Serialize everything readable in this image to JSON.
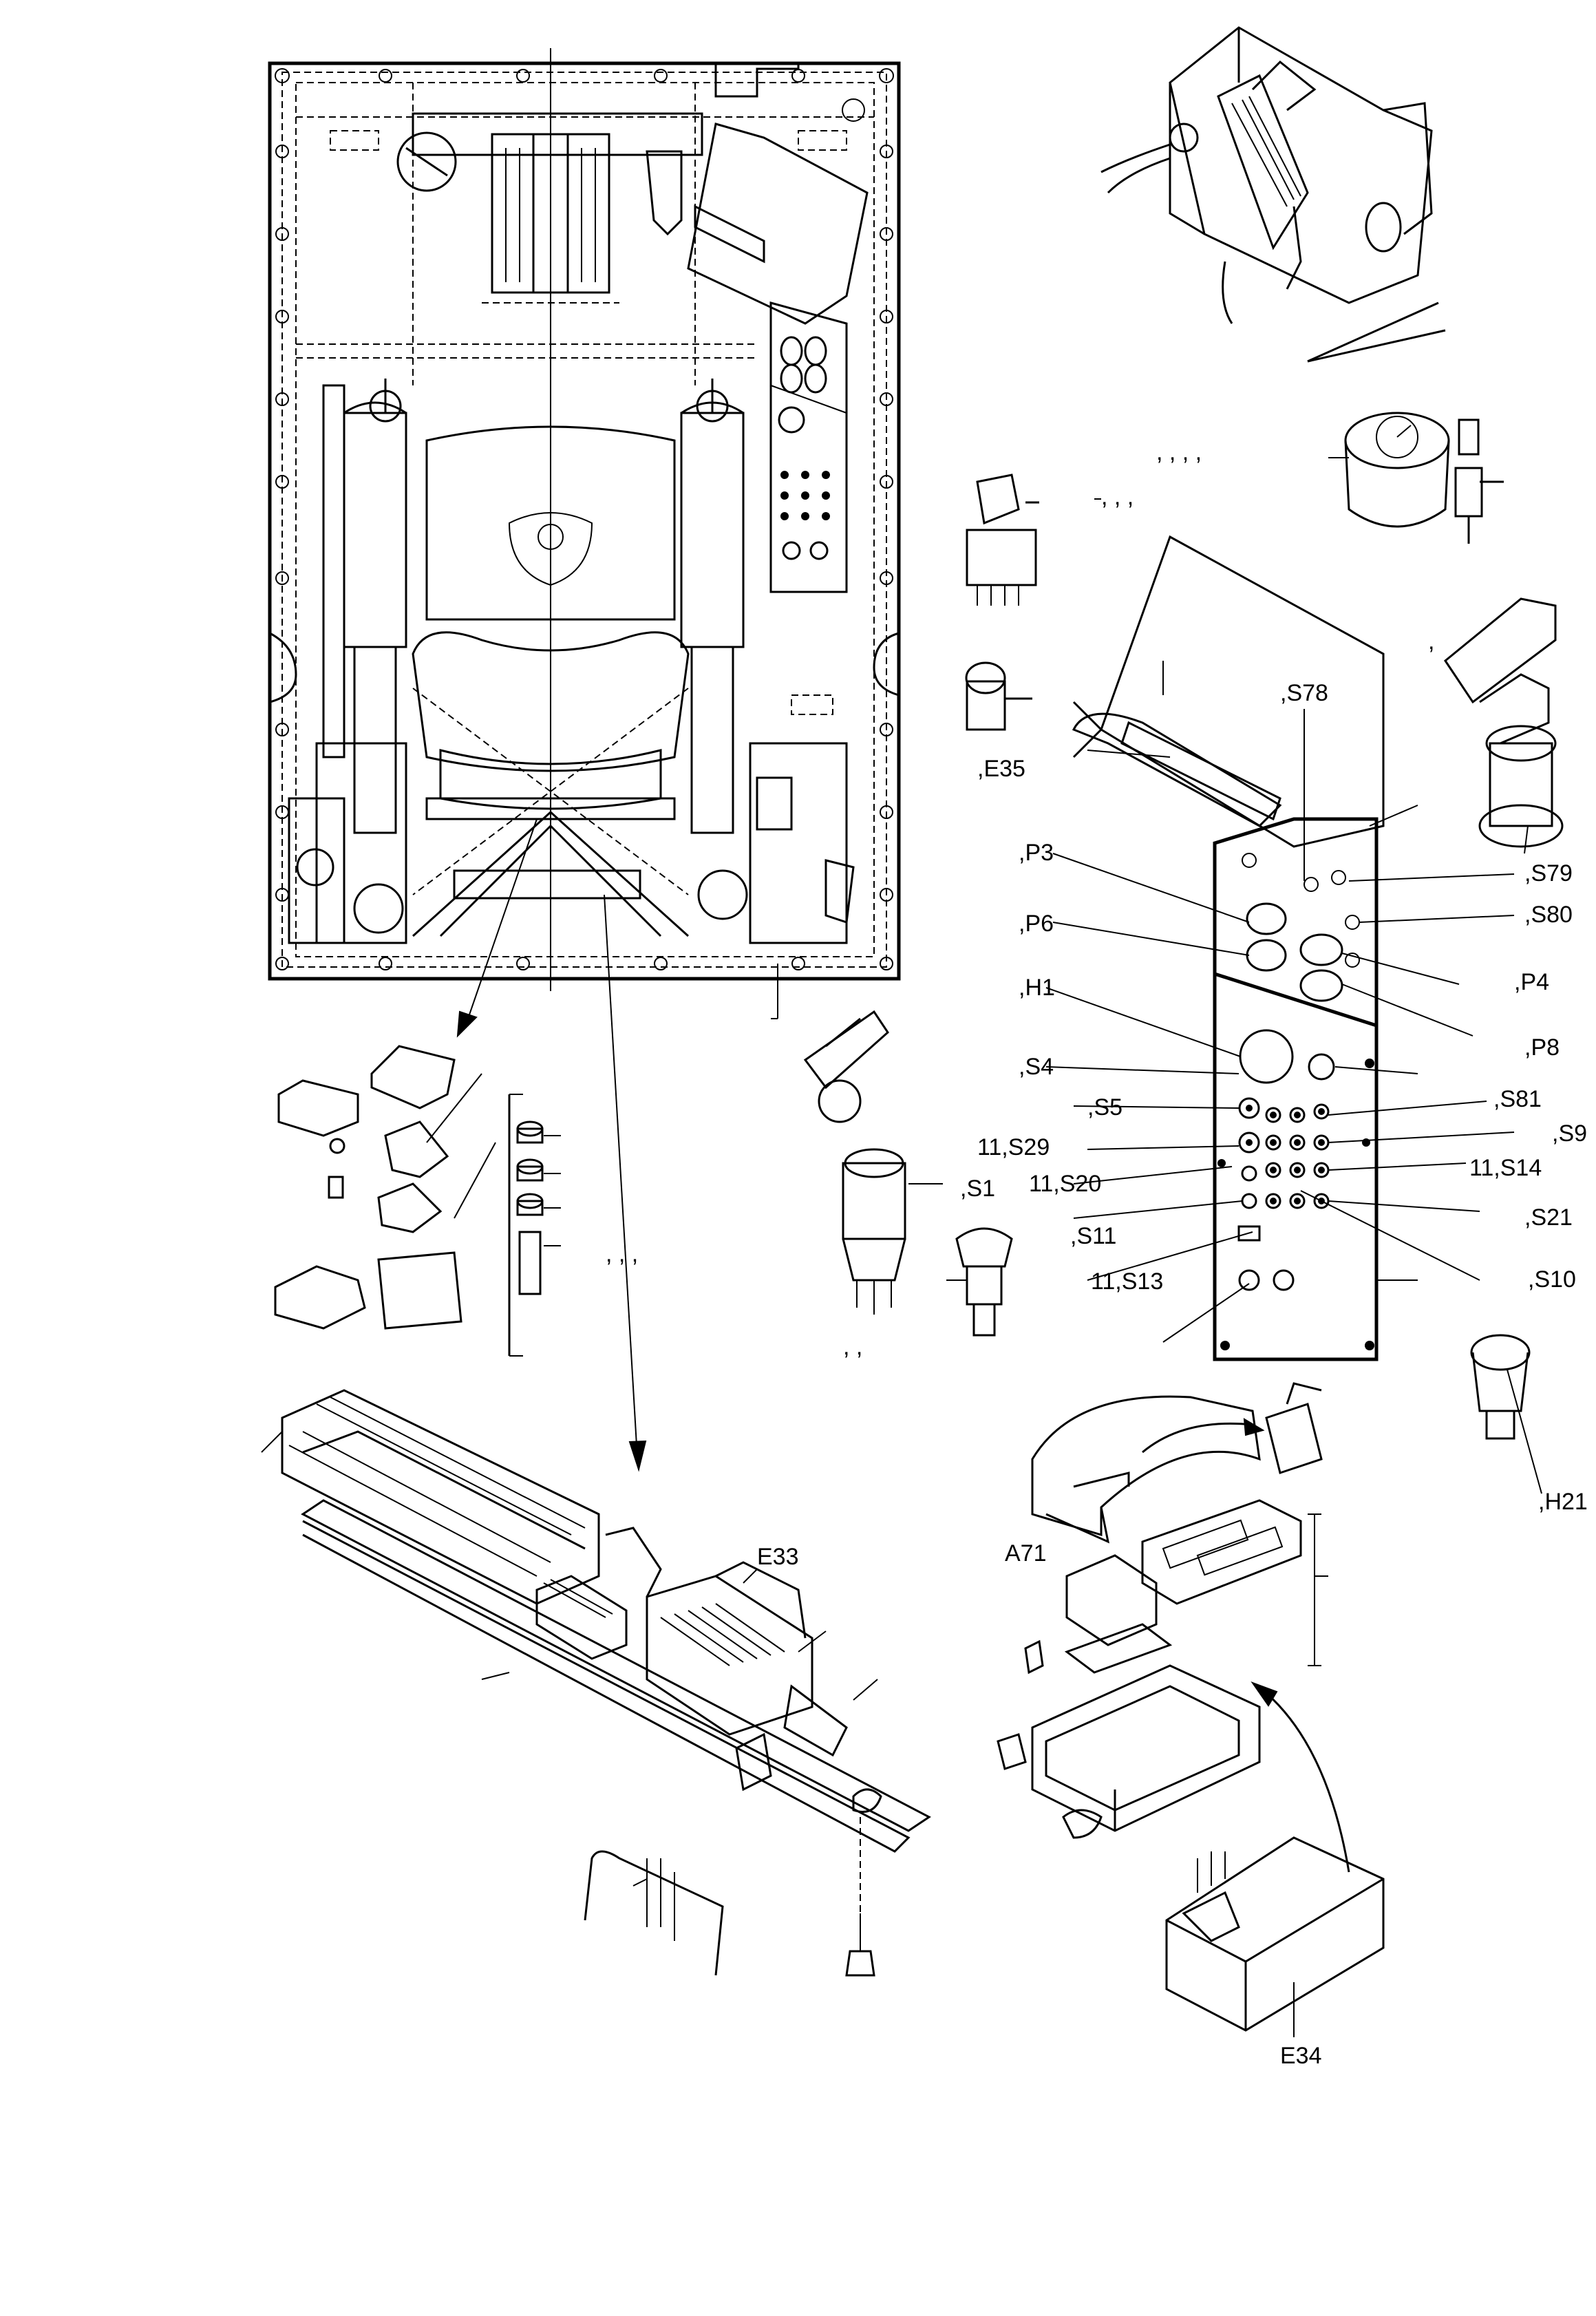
{
  "labels": {
    "S78": ",S78",
    "E35": ",E35",
    "P3": ",P3",
    "P6": ",P6",
    "H1": ",H1",
    "S4": ",S4",
    "S5": ",S5",
    "S29": "11,S29",
    "S20": "11,S20",
    "S11": ",S11",
    "S13": "11,S13",
    "S79": ",S79",
    "S80": ",S80",
    "P4": ",P4",
    "P8": ",P8",
    "S81": ",S81",
    "S9": ",S9",
    "S14": "11,S14",
    "S21": ",S21",
    "S10": ",S10",
    "S1": ",S1",
    "H21": ",H21",
    "E33": "E33",
    "A71": "A71",
    "E34": "E34"
  },
  "commas": {
    "c1": ",  ,  ,  ,",
    "c2": ",  ,  ,",
    "c3": ",  ,  ,",
    "c4": ",  ,",
    "c5": ","
  },
  "icons": [
    "base-frame",
    "operator-seat",
    "meter-gauge",
    "key-switch",
    "rotary-switch",
    "push-button",
    "control-panel",
    "fuse-box",
    "terminal-rail",
    "electronic-module",
    "relay-housing",
    "cable-connector",
    "warning-lamp"
  ]
}
